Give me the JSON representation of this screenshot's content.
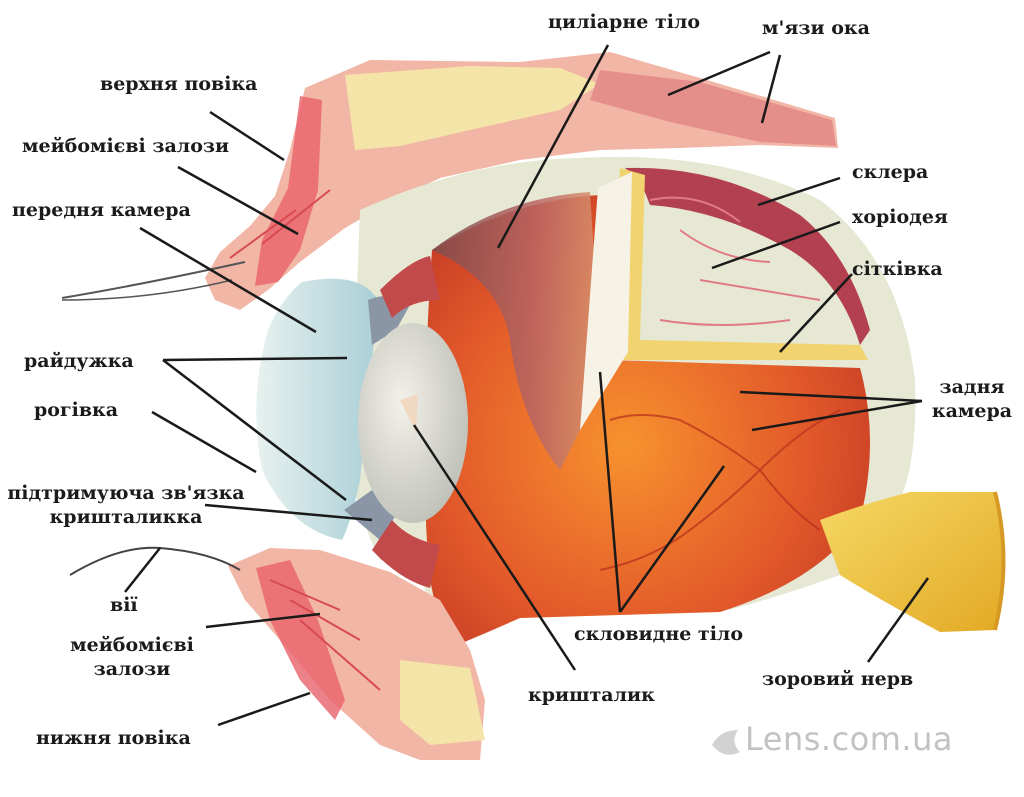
{
  "labels": {
    "ciliary_body": "циліарне тіло",
    "eye_muscles": "м'язи ока",
    "upper_eyelid": "верхня повіка",
    "meibomian_upper": "мейбомієві залози",
    "sclera": "склера",
    "anterior_chamber": "передня камера",
    "choroid": "хоріодея",
    "retina": "сітківка",
    "iris": "райдужка",
    "posterior_chamber_line1": "задня",
    "posterior_chamber_line2": "камера",
    "cornea": "рогівка",
    "zonule_line1": "підтримуюча зв'язка",
    "zonule_line2": "кришталикка",
    "lashes": "вії",
    "meibomian_lower_line1": "мейбомієві",
    "meibomian_lower_line2": "залози",
    "vitreous_body": "скловидне тіло",
    "optic_nerve": "зоровий нерв",
    "lens": "кришталик",
    "lower_eyelid": "нижня повіка"
  },
  "watermark": "Lens.com.ua",
  "colors": {
    "label_text": "#1b1b1b",
    "leader_line": "#1a1a1a",
    "sclera": "#e6e8d4",
    "choroid": "#b2404e",
    "retina": "#f1d470",
    "vitreous": "#e0552a",
    "lens": "#dcdcd2",
    "cornea": "#cfe4e6",
    "eyelid": "#f2b8a8",
    "fat": "#f3e6a6",
    "optic_nerve": "#f0c640",
    "watermark": "#c2c2c2"
  }
}
